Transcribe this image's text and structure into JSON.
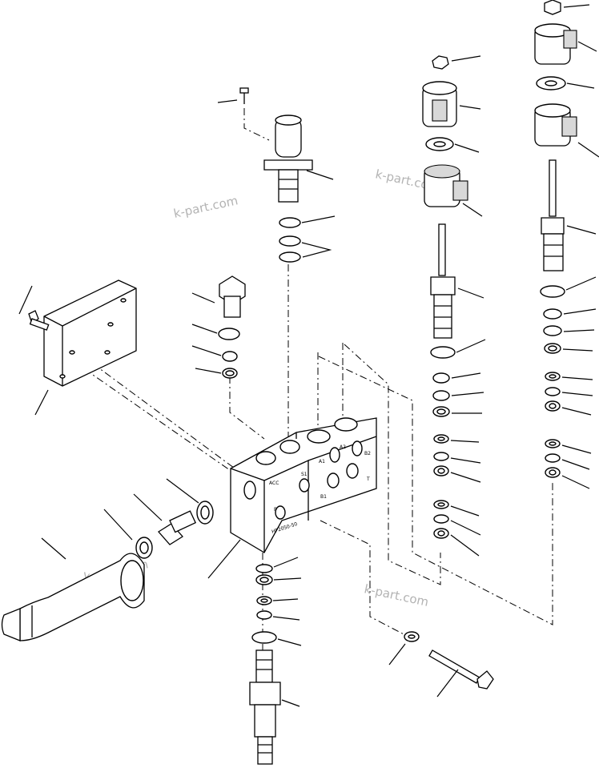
{
  "diagram": {
    "watermark": "k-part.com",
    "block_labels": {
      "acc": "ACC",
      "s1": "S1",
      "p": "P",
      "a1": "A1",
      "a2": "A2",
      "b1": "B1",
      "b2": "B2",
      "t": "T",
      "part_number": "HP2050-50"
    }
  }
}
